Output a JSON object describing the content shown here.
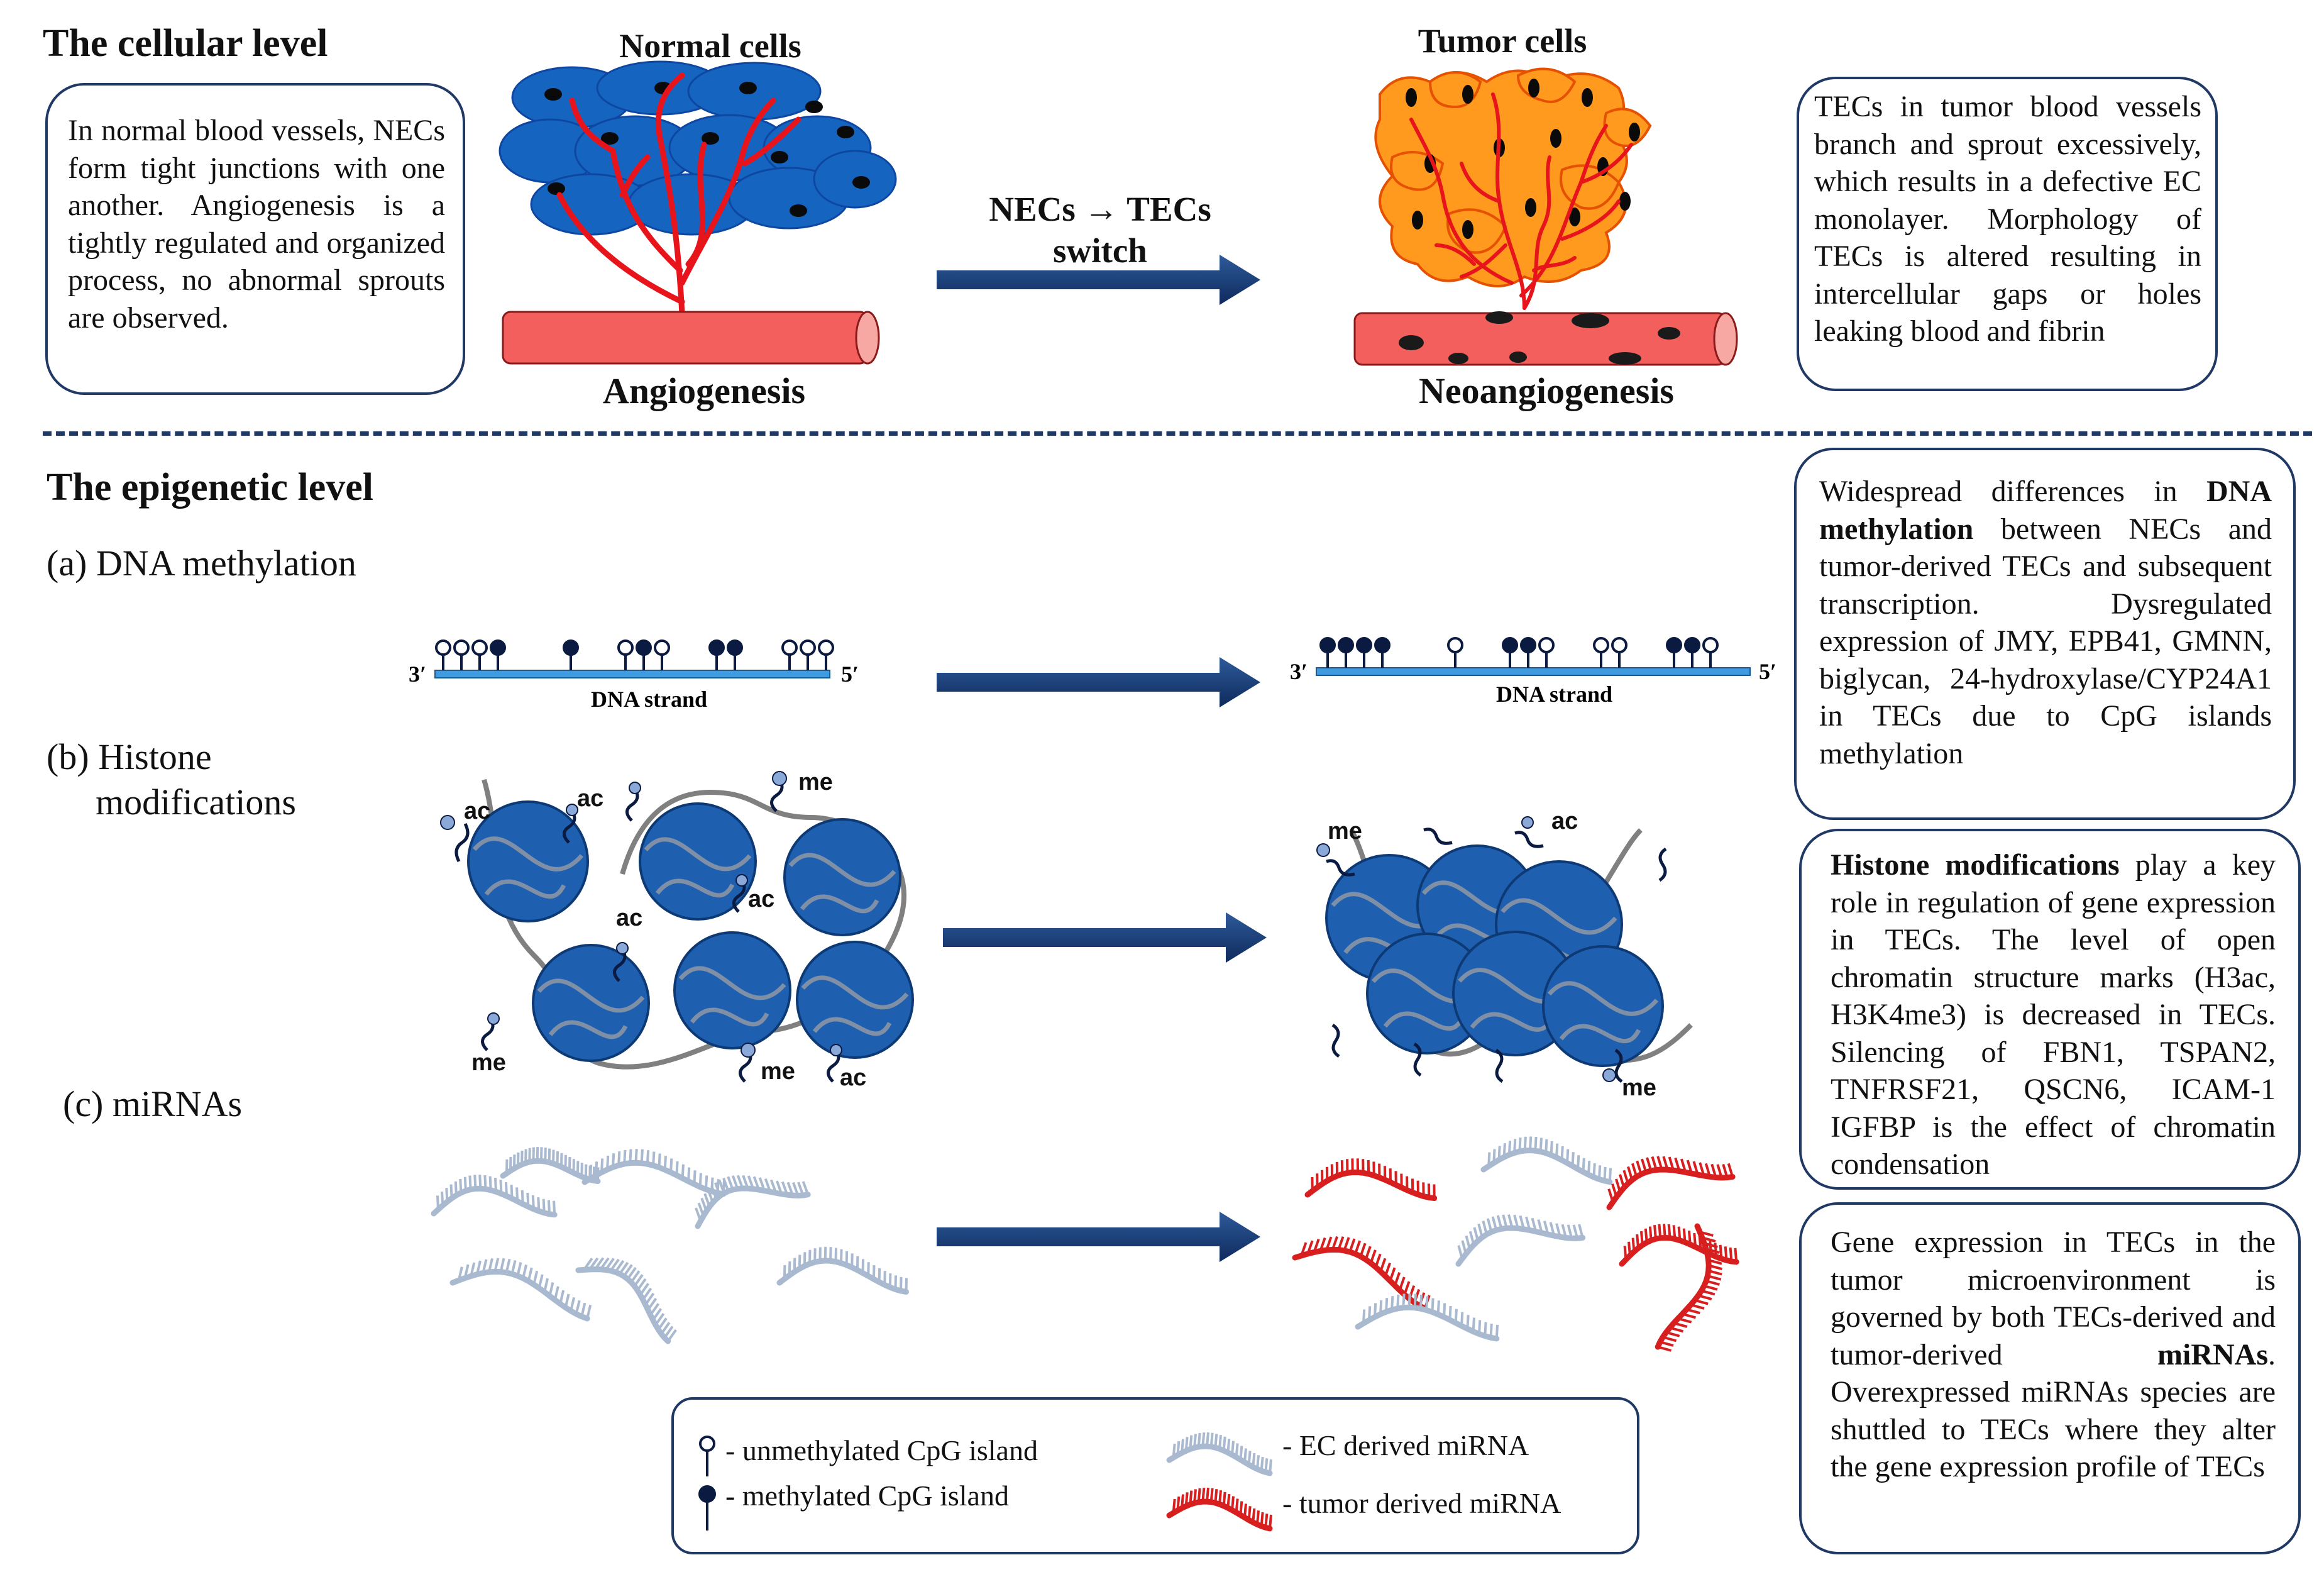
{
  "cellular": {
    "title": "The cellular level",
    "left_box": "In normal blood vessels, NECs form tight junctions with one another. Angiogenesis is a tightly regulated and organized process, no abnormal sprouts are observed.",
    "normal_title": "Normal cells",
    "normal_caption": "Angiogenesis",
    "switch_label_1": "NECs → TECs",
    "switch_label_2": "switch",
    "tumor_title": "Tumor cells",
    "tumor_caption": "Neoangiogenesis",
    "right_box": "TECs in tumor blood vessels branch and sprout excessively, which results in a defective EC monolayer. Morphology of TECs is altered resulting in intercellular gaps or holes leaking blood and fibrin"
  },
  "epigenetic": {
    "title": "The epigenetic level",
    "a_label": "(a) DNA methylation",
    "b_label_1": "(b) Histone",
    "b_label_2": "modifications",
    "c_label": "(c) miRNAs",
    "strand_label": "DNA strand",
    "strand_3": "3′",
    "strand_5": "5′",
    "histone_ac": "ac",
    "histone_me": "me",
    "box_a": {
      "pre": "Widespread differences in ",
      "bold": "DNA methylation",
      "post": " between NECs and tumor-derived TECs and subsequent transcription. Dysregulated expression of JMY, EPB41, GMNN, biglycan, 24-hydroxylase/CYP24A1 in TECs due to CpG islands methylation"
    },
    "box_b": {
      "bold": "Histone modifications",
      "post": " play a key role in regulation of gene expression in TECs. The level of open chromatin structure marks (H3ac, H3K4me3) is decreased in TECs. Silencing of FBN1, TSPAN2, TNFRSF21, QSCN6, ICAM-1 IGFBP is the effect of chromatin condensation"
    },
    "box_c": {
      "pre": "Gene expression in TECs in the tumor microenvironment is governed by both TECs-derived and tumor-derived ",
      "bold": "miRNAs",
      "post": ". Overexpressed miRNAs species are shuttled to TECs where they alter the gene expression profile of TECs"
    }
  },
  "legend": {
    "unmethylated": "- unmethylated CpG island",
    "methylated": "- methylated CpG island",
    "ec_mirna": "- EC derived miRNA",
    "tumor_mirna": "- tumor derived miRNA"
  },
  "colors": {
    "navy": "#1f3864",
    "cell_blue": "#1565c0",
    "vessel_red": "#f25f5c",
    "tumor_orange": "#ff9a1f",
    "vessel_branch": "#e8141b",
    "mirna_gray": "#a9b9cf",
    "mirna_red": "#d81f1f"
  },
  "icons": [
    "unmethylated-cpg-icon",
    "methylated-cpg-icon",
    "ec-mirna-icon",
    "tumor-mirna-icon",
    "arrow-right-icon"
  ]
}
